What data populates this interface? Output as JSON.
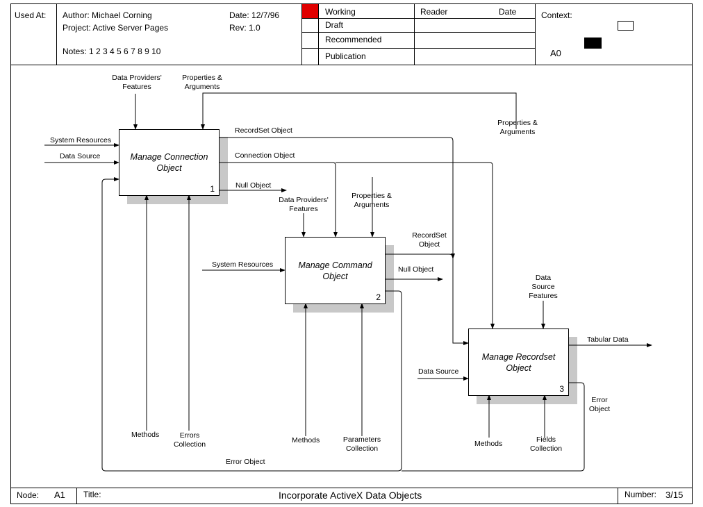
{
  "header": {
    "used_at_label": "Used At:",
    "author": "Author: Michael Corning",
    "project": "Project: Active Server Pages",
    "notes": "Notes: 1 2 3 4 5 6 7 8 9 10",
    "date": "Date: 12/7/96",
    "rev": "Rev: 1.0",
    "status_options": [
      "Working",
      "Draft",
      "Recommended",
      "Publication"
    ],
    "status_selected_color": "#e00000",
    "reader_label": "Reader",
    "date_label": "Date",
    "context_label": "Context:",
    "context_node": "A0"
  },
  "footer": {
    "node_label": "Node:",
    "node_value": "A1",
    "title_label": "Title:",
    "title_value": "Incorporate ActiveX Data Objects",
    "number_label": "Number:",
    "number_value": "3/15"
  },
  "boxes": [
    {
      "label": "Manage Connection Object",
      "number": "1"
    },
    {
      "label": "Manage Command Object",
      "number": "2"
    },
    {
      "label": "Manage Recordset Object",
      "number": "3"
    }
  ],
  "arrow_labels": {
    "data_providers_features_1": "Data Providers' Features",
    "properties_arguments_1": "Properties & Arguments",
    "system_resources_1": "System Resources",
    "data_source_1": "Data Source",
    "recordset_object_1": "RecordSet Object",
    "connection_object": "Connection Object",
    "null_object_1": "Null Object",
    "properties_arguments_3": "Properties & Arguments",
    "data_providers_features_2": "Data Providers' Features",
    "properties_arguments_2": "Properties & Arguments",
    "recordset_object_2": "RecordSet Object",
    "system_resources_2": "System Resources",
    "null_object_2": "Null Object",
    "data_source_features": "Data Source Features",
    "tabular_data": "Tabular Data",
    "data_source_3": "Data Source",
    "error_object_3": "Error Object",
    "methods_1": "Methods",
    "errors_collection": "Errors Collection",
    "methods_2": "Methods",
    "parameters_collection": "Parameters Collection",
    "methods_3": "Methods",
    "fields_collection": "Fields Collection",
    "error_object_loop": "Error Object"
  }
}
